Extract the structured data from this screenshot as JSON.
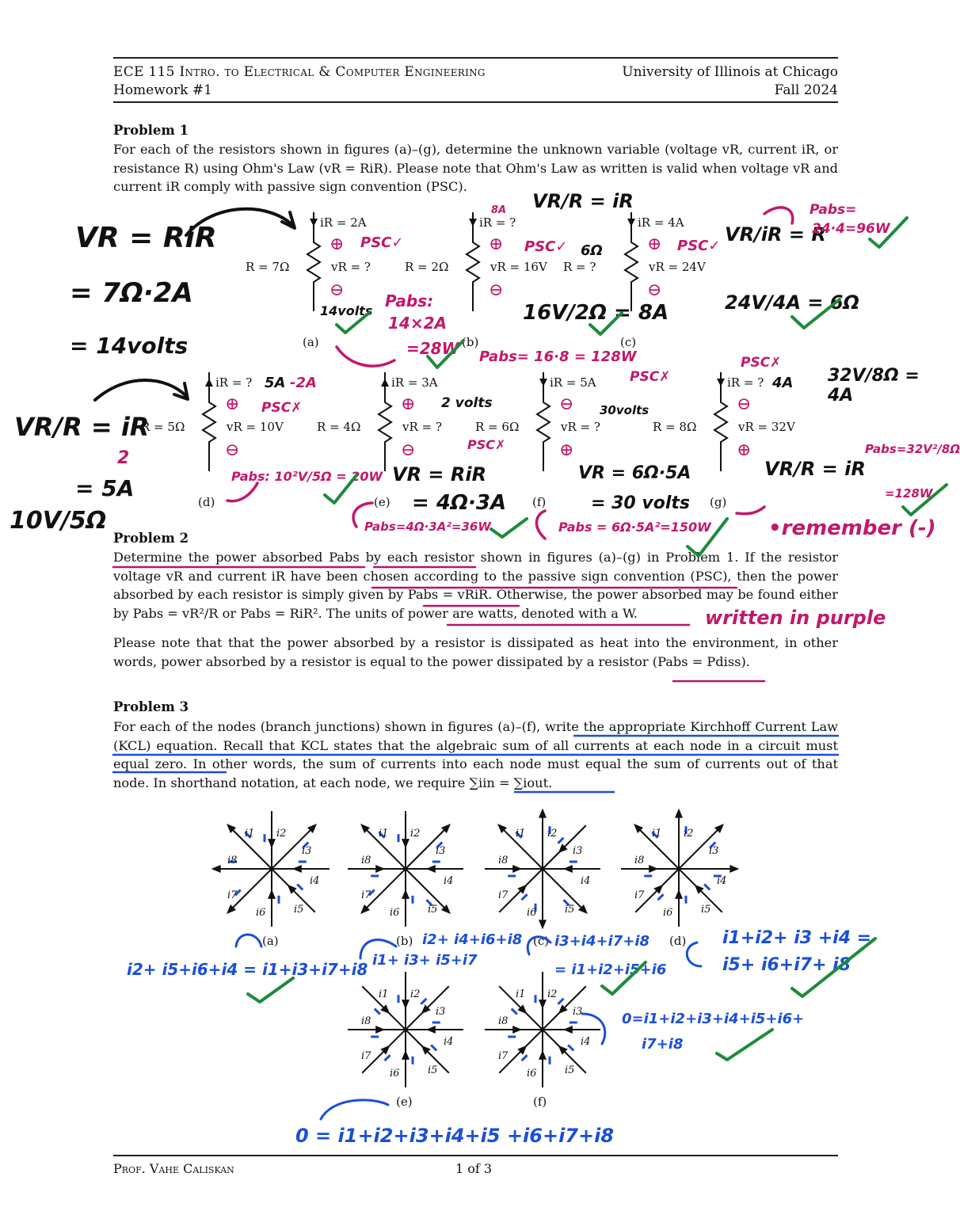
{
  "header": {
    "course": "ECE 115 Intro. to Electrical & Computer Engineering",
    "homework": "Homework #1",
    "university": "University of Illinois at Chicago",
    "term": "Fall 2024"
  },
  "problem1": {
    "title": "Problem 1",
    "text": "For each of the resistors shown in figures (a)–(g), determine the unknown variable (voltage vR, current iR, or resistance R) using Ohm's Law (vR = RiR). Please note that Ohm's Law as written is valid when voltage vR and current iR comply with passive sign convention (PSC).",
    "figures": [
      {
        "label": "(a)",
        "current": "iR = 2A",
        "resistance": "R = 7Ω",
        "voltage": "vR = ?"
      },
      {
        "label": "(b)",
        "current": "iR = ?",
        "resistance": "R = 2Ω",
        "voltage": "vR = 16V"
      },
      {
        "label": "(c)",
        "current": "iR = 4A",
        "resistance": "R = ?",
        "voltage": "vR = 24V"
      },
      {
        "label": "(d)",
        "current": "iR = ?",
        "resistance": "R = 5Ω",
        "voltage": "vR = 10V"
      },
      {
        "label": "(e)",
        "current": "iR = 3A",
        "resistance": "R = 4Ω",
        "voltage": "vR = ?"
      },
      {
        "label": "(f)",
        "current": "iR = 5A",
        "resistance": "R = 6Ω",
        "voltage": "vR = ?"
      },
      {
        "label": "(g)",
        "current": "iR = ?",
        "resistance": "R = 8Ω",
        "voltage": "vR = 32V"
      }
    ]
  },
  "problem2": {
    "title": "Problem 2",
    "text": "Determine the power absorbed Pabs by each resistor shown in figures (a)–(g) in Problem 1. If the resistor voltage vR and current iR have been chosen according to the passive sign convention (PSC), then the power absorbed by each resistor is simply given by Pabs = vRiR. Otherwise, the power absorbed may be found either by Pabs = vR²/R or Pabs = RiR². The units of power are watts, denoted with a W.",
    "note": "Please note that that the power absorbed by a resistor is dissipated as heat into the environment, in other words, power absorbed by a resistor is equal to the power dissipated by a resistor (Pabs = Pdiss)."
  },
  "problem3": {
    "title": "Problem 3",
    "text": "For each of the nodes (branch junctions) shown in figures (a)–(f), write the appropriate Kirchhoff Current Law (KCL) equation. Recall that KCL states that the algebraic sum of all currents at each node in a circuit must equal zero. In other words, the sum of currents into each node must equal the sum of currents out of that node. In shorthand notation, at each node, we require ∑iin = ∑iout.",
    "node_labels": [
      "(a)",
      "(b)",
      "(c)",
      "(d)",
      "(e)",
      "(f)"
    ],
    "branch_labels": [
      "i1",
      "i2",
      "i3",
      "i4",
      "i5",
      "i6",
      "i7",
      "i8"
    ]
  },
  "handwriting": {
    "black": {
      "ohm_a_1": "VR = RiR",
      "ohm_a_2": "= 7Ω·2A",
      "ohm_a_3": "= 14volts",
      "ohm_a_ans": "14volts",
      "ohm_b_top": "VR/R = iR",
      "ohm_b_calc": "16V/2Ω = 8A",
      "ohm_c_top": "VR/iR = R",
      "ohm_c_calc": "24V/4A = 6Ω",
      "ohm_c_ans": "6Ω",
      "ohm_d_1": "VR/R = iR",
      "ohm_d_2": "= 5A",
      "ohm_d_3": "10V/5Ω",
      "ohm_d_ans": "5A",
      "ohm_e_1": "VR = RiR",
      "ohm_e_2": "= 4Ω·3A",
      "ohm_e_ans": "2 volts",
      "ohm_f_1": "VR = 6Ω·5A",
      "ohm_f_2": "= 30 volts",
      "ohm_f_ans": "30volts",
      "ohm_g_1": "VR/R = iR",
      "ohm_g_2": "32V/8Ω = 4A",
      "ohm_g_ans": "4A"
    },
    "pink": {
      "psc_a": "PSC✓",
      "psc_b": "PSC✓",
      "psc_c": "PSC✓",
      "psc_d": "PSC✗",
      "psc_f": "PSC✗",
      "psc_e": "PSC✗",
      "psc_g": "PSC✗",
      "pabs_a_1": "Pabs:",
      "pabs_a_2": "14×2A",
      "pabs_a_3": "=28W",
      "pabs_b": "Pabs= 16·8 = 128W",
      "pabs_c_1": "Pabs=",
      "pabs_c_2": "24·4=96W",
      "pabs_d": "Pabs: 10²V/5Ω = 20W",
      "pabs_e": "Pabs=4Ω·3A²=36W",
      "pabs_f": "Pabs = 6Ω·5A²=150W",
      "pabs_g_1": "Pabs=32V²/8Ω",
      "pabs_g_2": "=128W",
      "d_minus": "-2A",
      "d_two": "2",
      "remember": "•remember (-)",
      "written": "written in purple",
      "b_current": "8A"
    },
    "blue": {
      "kcl_a": "i2+ i5+i6+i4 = i1+i3+i7+i8",
      "kcl_b_1": "i2+ i4+i6+i8",
      "kcl_b_2": "i1+ i3+ i5+i7",
      "kcl_c_1": "i3+i4+i7+i8",
      "kcl_c_2": "= i1+i2+i5+i6",
      "kcl_d_1": "i1+i2+ i3 +i4 =",
      "kcl_d_2": "i5+ i6+i7+ i8",
      "kcl_e": "0 = i1+i2+i3+i4+i5 +i6+i7+i8",
      "kcl_f_1": "0=i1+i2+i3+i4+i5+i6+",
      "kcl_f_2": "i7+i8"
    }
  },
  "footer": {
    "author": "Prof. Vahe Caliskan",
    "page": "1 of 3"
  }
}
